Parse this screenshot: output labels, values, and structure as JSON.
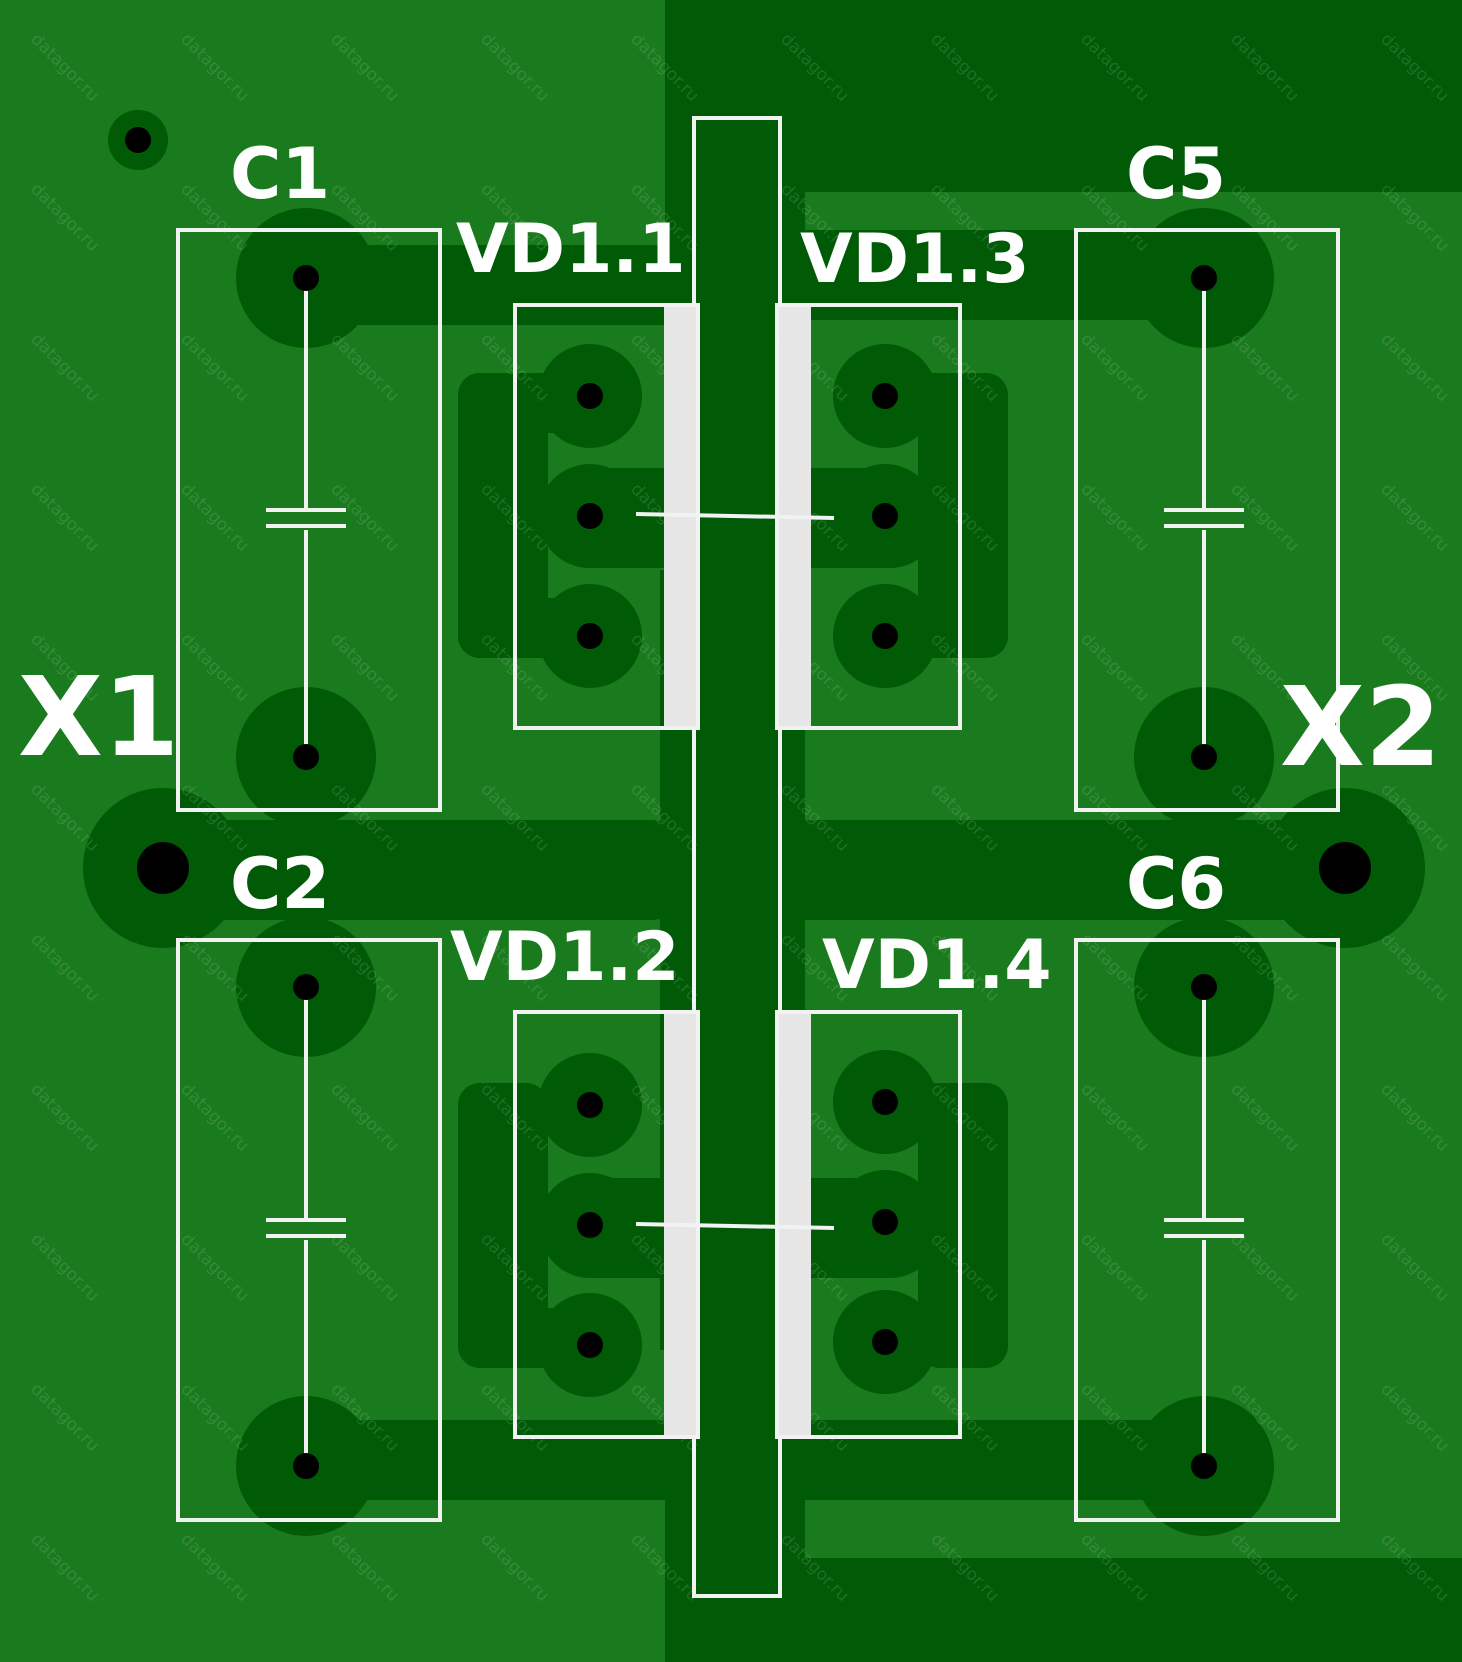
{
  "board": {
    "background_color": "#1a7a1e",
    "copper_color": "#005a06",
    "silkscreen_color": "#f2f2f2",
    "watermark_text": "datagor.ru"
  },
  "components": {
    "capacitors": [
      {
        "ref": "C1"
      },
      {
        "ref": "C2"
      },
      {
        "ref": "C5"
      },
      {
        "ref": "C6"
      }
    ],
    "diodes": [
      {
        "ref": "VD1.1"
      },
      {
        "ref": "VD1.2"
      },
      {
        "ref": "VD1.3"
      },
      {
        "ref": "VD1.4"
      }
    ],
    "connectors": [
      {
        "ref": "X1"
      },
      {
        "ref": "X2"
      }
    ]
  }
}
